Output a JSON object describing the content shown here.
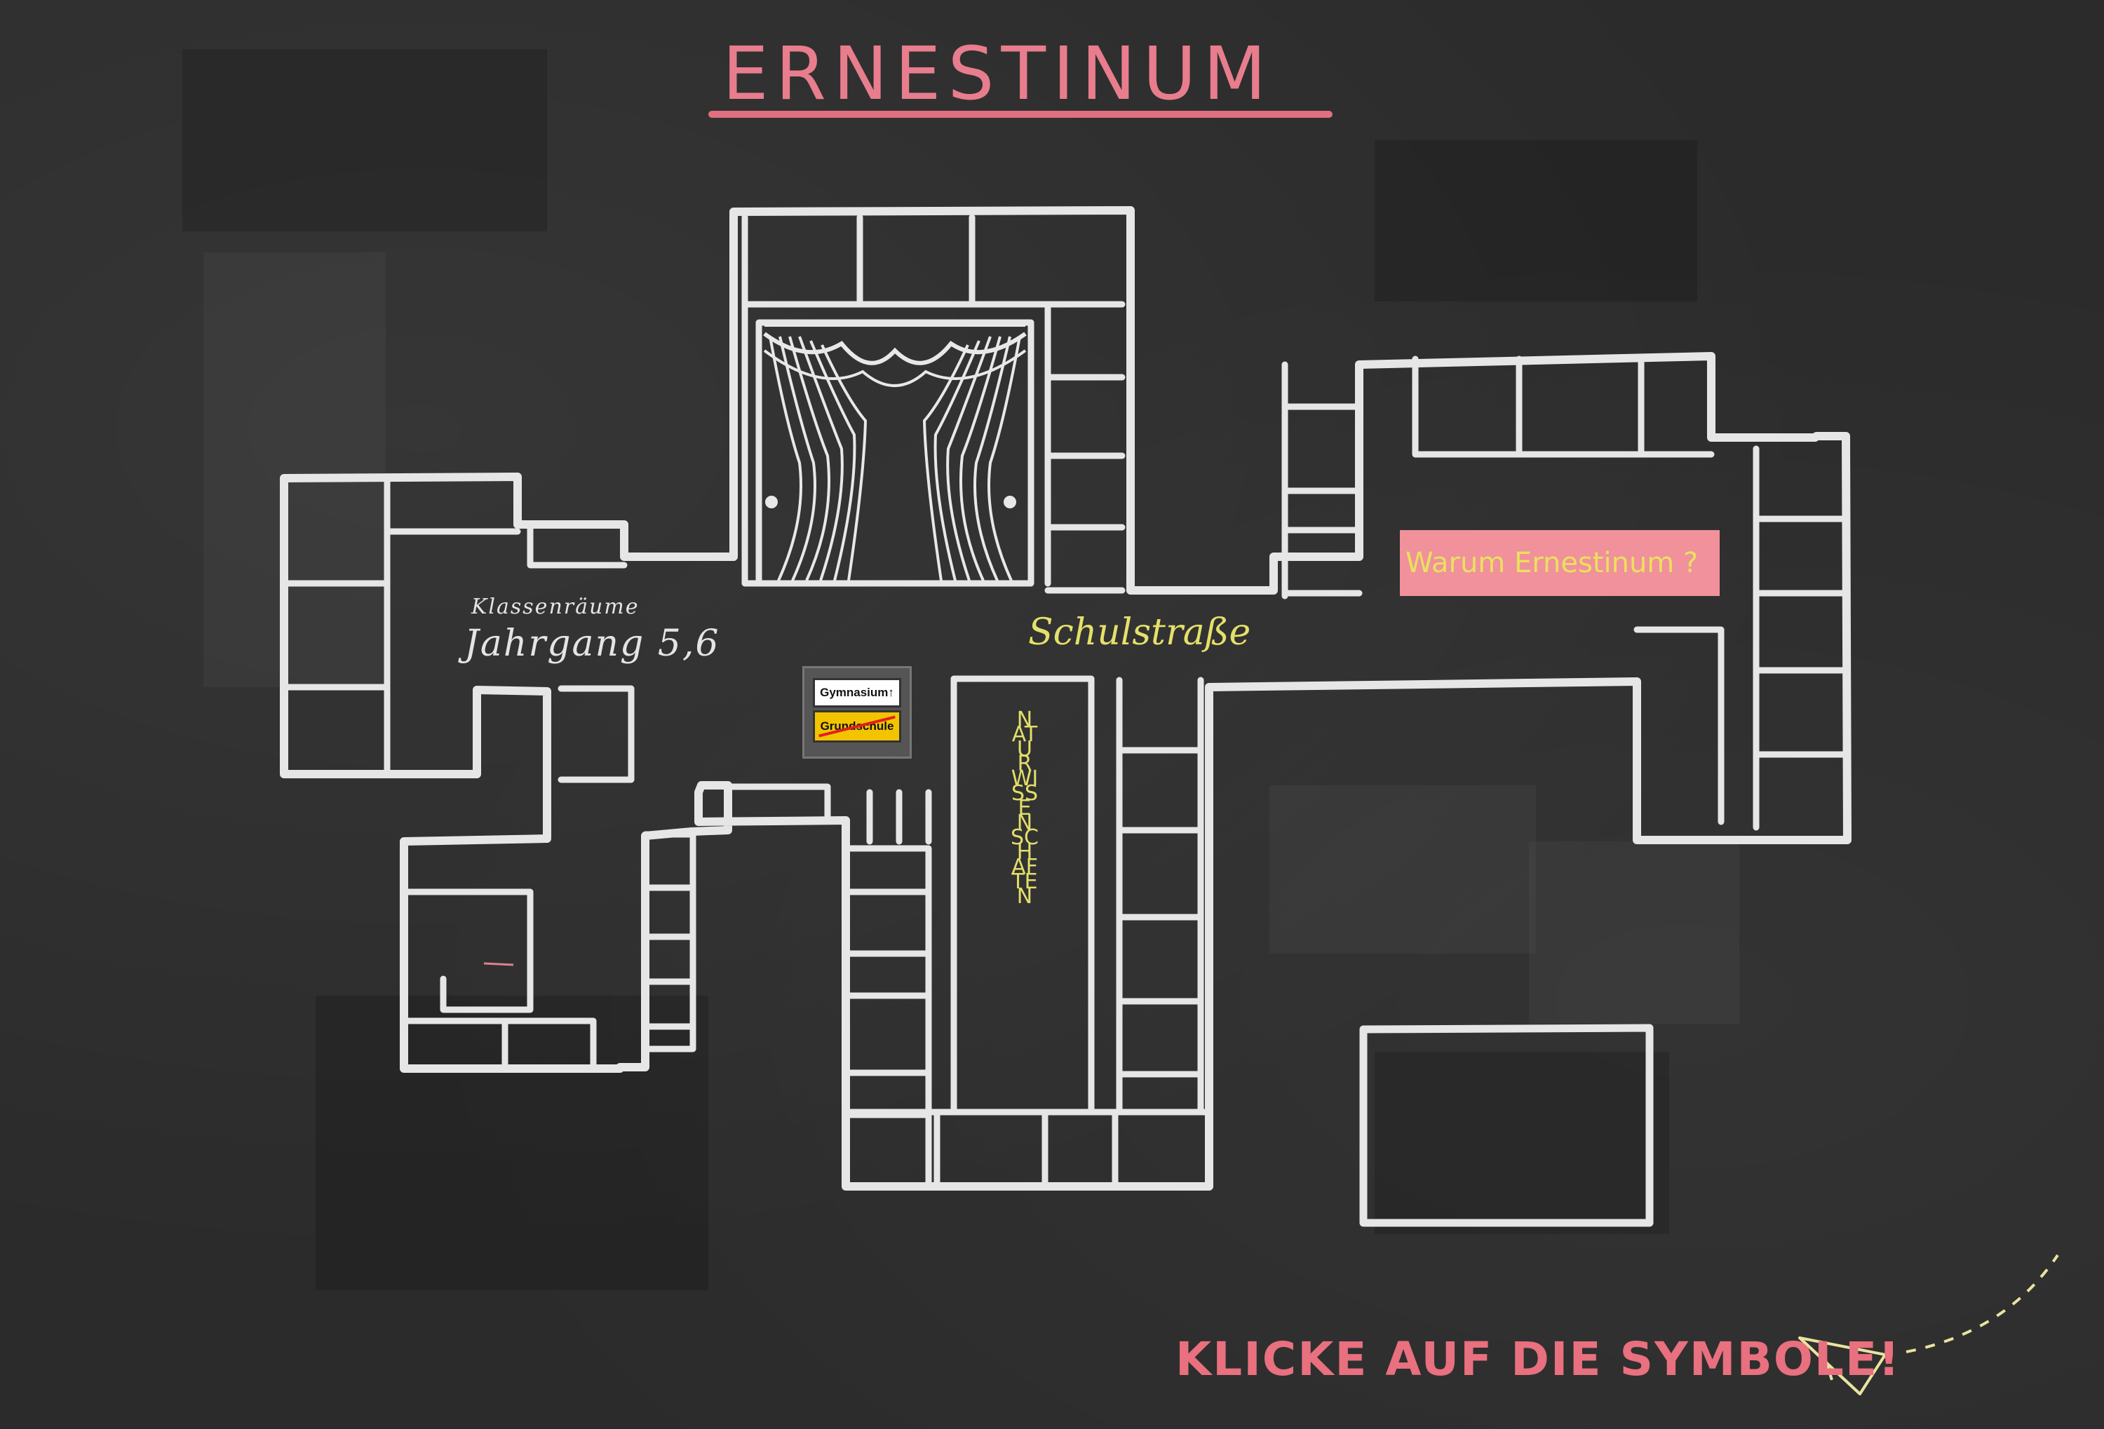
{
  "title": "ERNESTINUM",
  "labels": {
    "classrooms_small": "Klassenräume",
    "classrooms_large": "Jahrgang 5,6",
    "school_street": "Schulstraße",
    "science_wing": "NATURWISSENSCHAFTEN"
  },
  "why_button": {
    "label": "Warum Ernestinum ?"
  },
  "road_sign": {
    "top": "Gymnasium",
    "arrow": "↑",
    "bottom": "Grundschule"
  },
  "cta": {
    "label": "KLICKE AUF DIE SYMBOLE!"
  },
  "colors": {
    "board": "#2b2b2b",
    "chalk": "#e6e6e6",
    "title": "#e87d8e",
    "yellow_chalk": "#e5e06a",
    "button_bg": "#f0919b",
    "sign_yellow": "#f2c400"
  },
  "icons": [
    "curtain-stage-icon",
    "paper-plane-icon",
    "road-sign-icon"
  ]
}
